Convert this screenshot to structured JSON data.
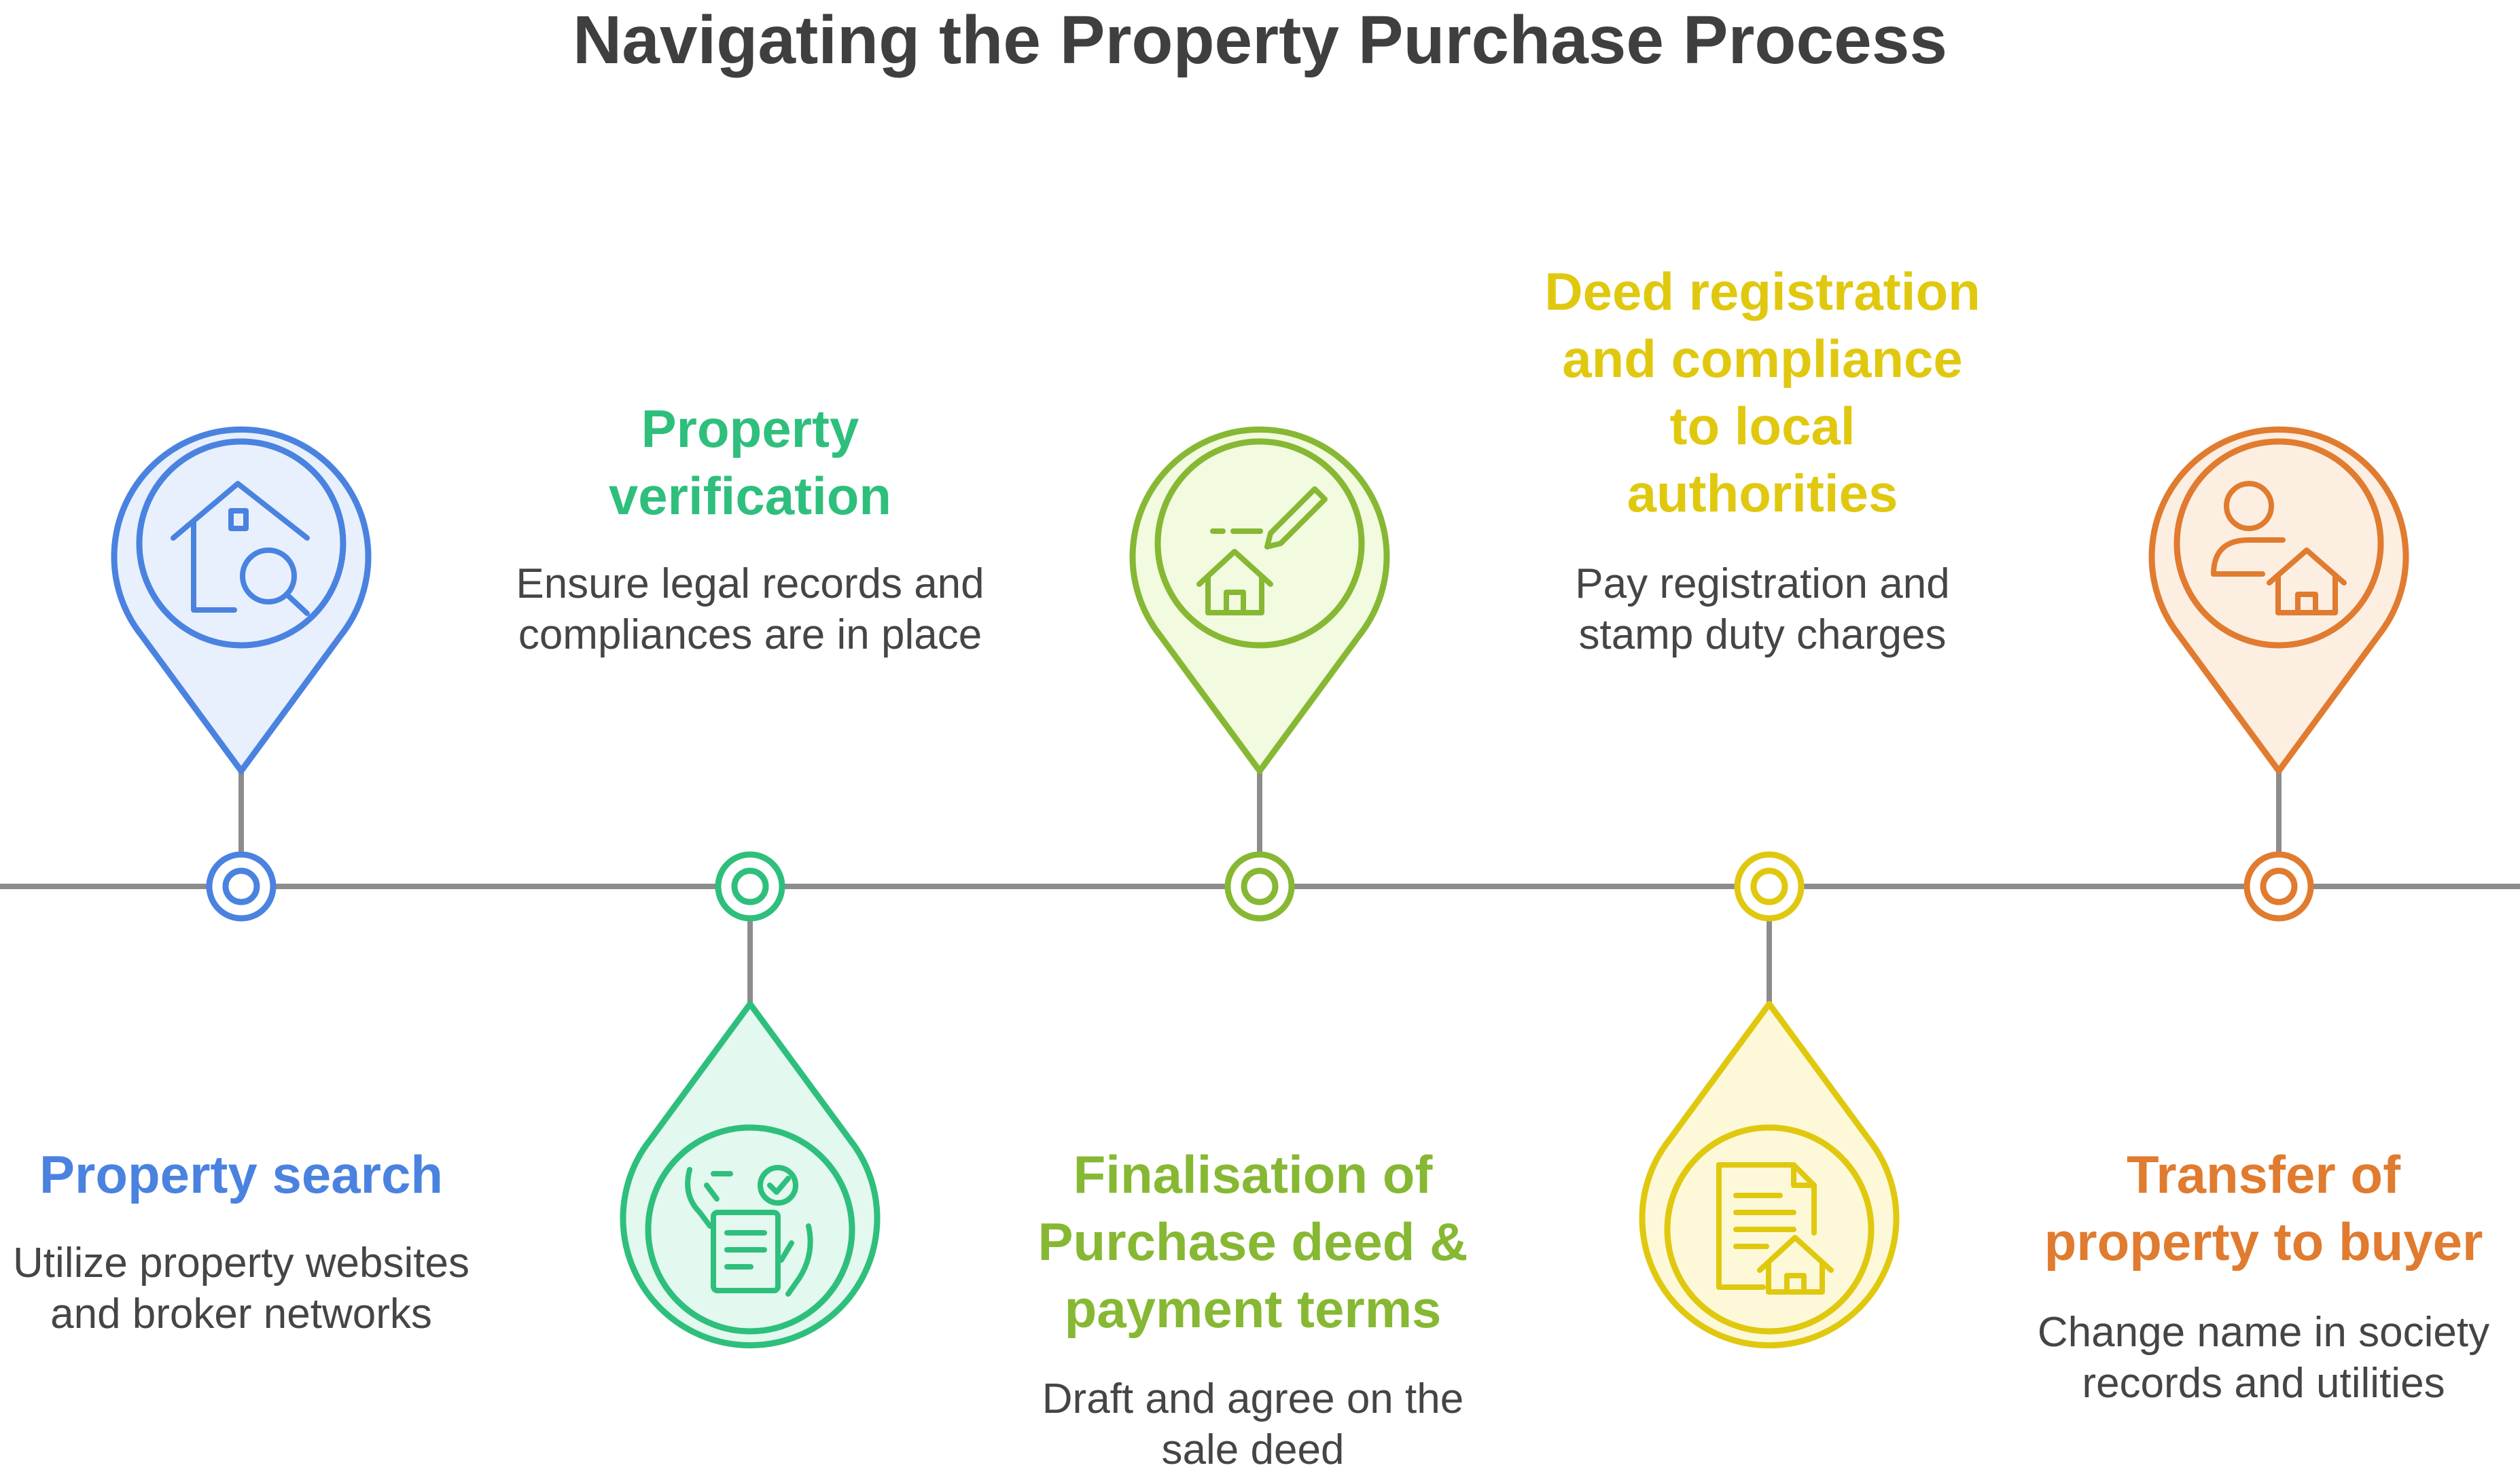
{
  "title": "Navigating the Property Purchase Process",
  "colors": {
    "timeline": "#8c8c8c",
    "text": "#454545",
    "title": "#3f3f3f"
  },
  "steps": [
    {
      "title": "Property search",
      "description": "Utilize property websites\nand broker networks",
      "color": "#4a82e0",
      "fill": "#e8f0fd",
      "icon": "house-search-icon",
      "pin_position": "above"
    },
    {
      "title": "Property\nverification",
      "description": "Ensure legal records and\ncompliances are in place",
      "color": "#2ebf7d",
      "fill": "#e3f8ee",
      "icon": "document-verify-icon",
      "pin_position": "below"
    },
    {
      "title": "Finalisation of\nPurchase deed &\npayment terms",
      "description": "Draft and agree on the\nsale deed",
      "color": "#86b833",
      "fill": "#f2fadf",
      "icon": "house-sign-icon",
      "pin_position": "above"
    },
    {
      "title": "Deed registration\nand compliance\nto local\nauthorities",
      "description": "Pay registration and\nstamp duty charges",
      "color": "#e0c80f",
      "fill": "#fdf9d8",
      "icon": "deed-document-icon",
      "pin_position": "below"
    },
    {
      "title": "Transfer of\nproperty to buyer",
      "description": "Change name in society\nrecords and utilities",
      "color": "#e07b2f",
      "fill": "#fdeee2",
      "icon": "person-house-icon",
      "pin_position": "above"
    }
  ]
}
